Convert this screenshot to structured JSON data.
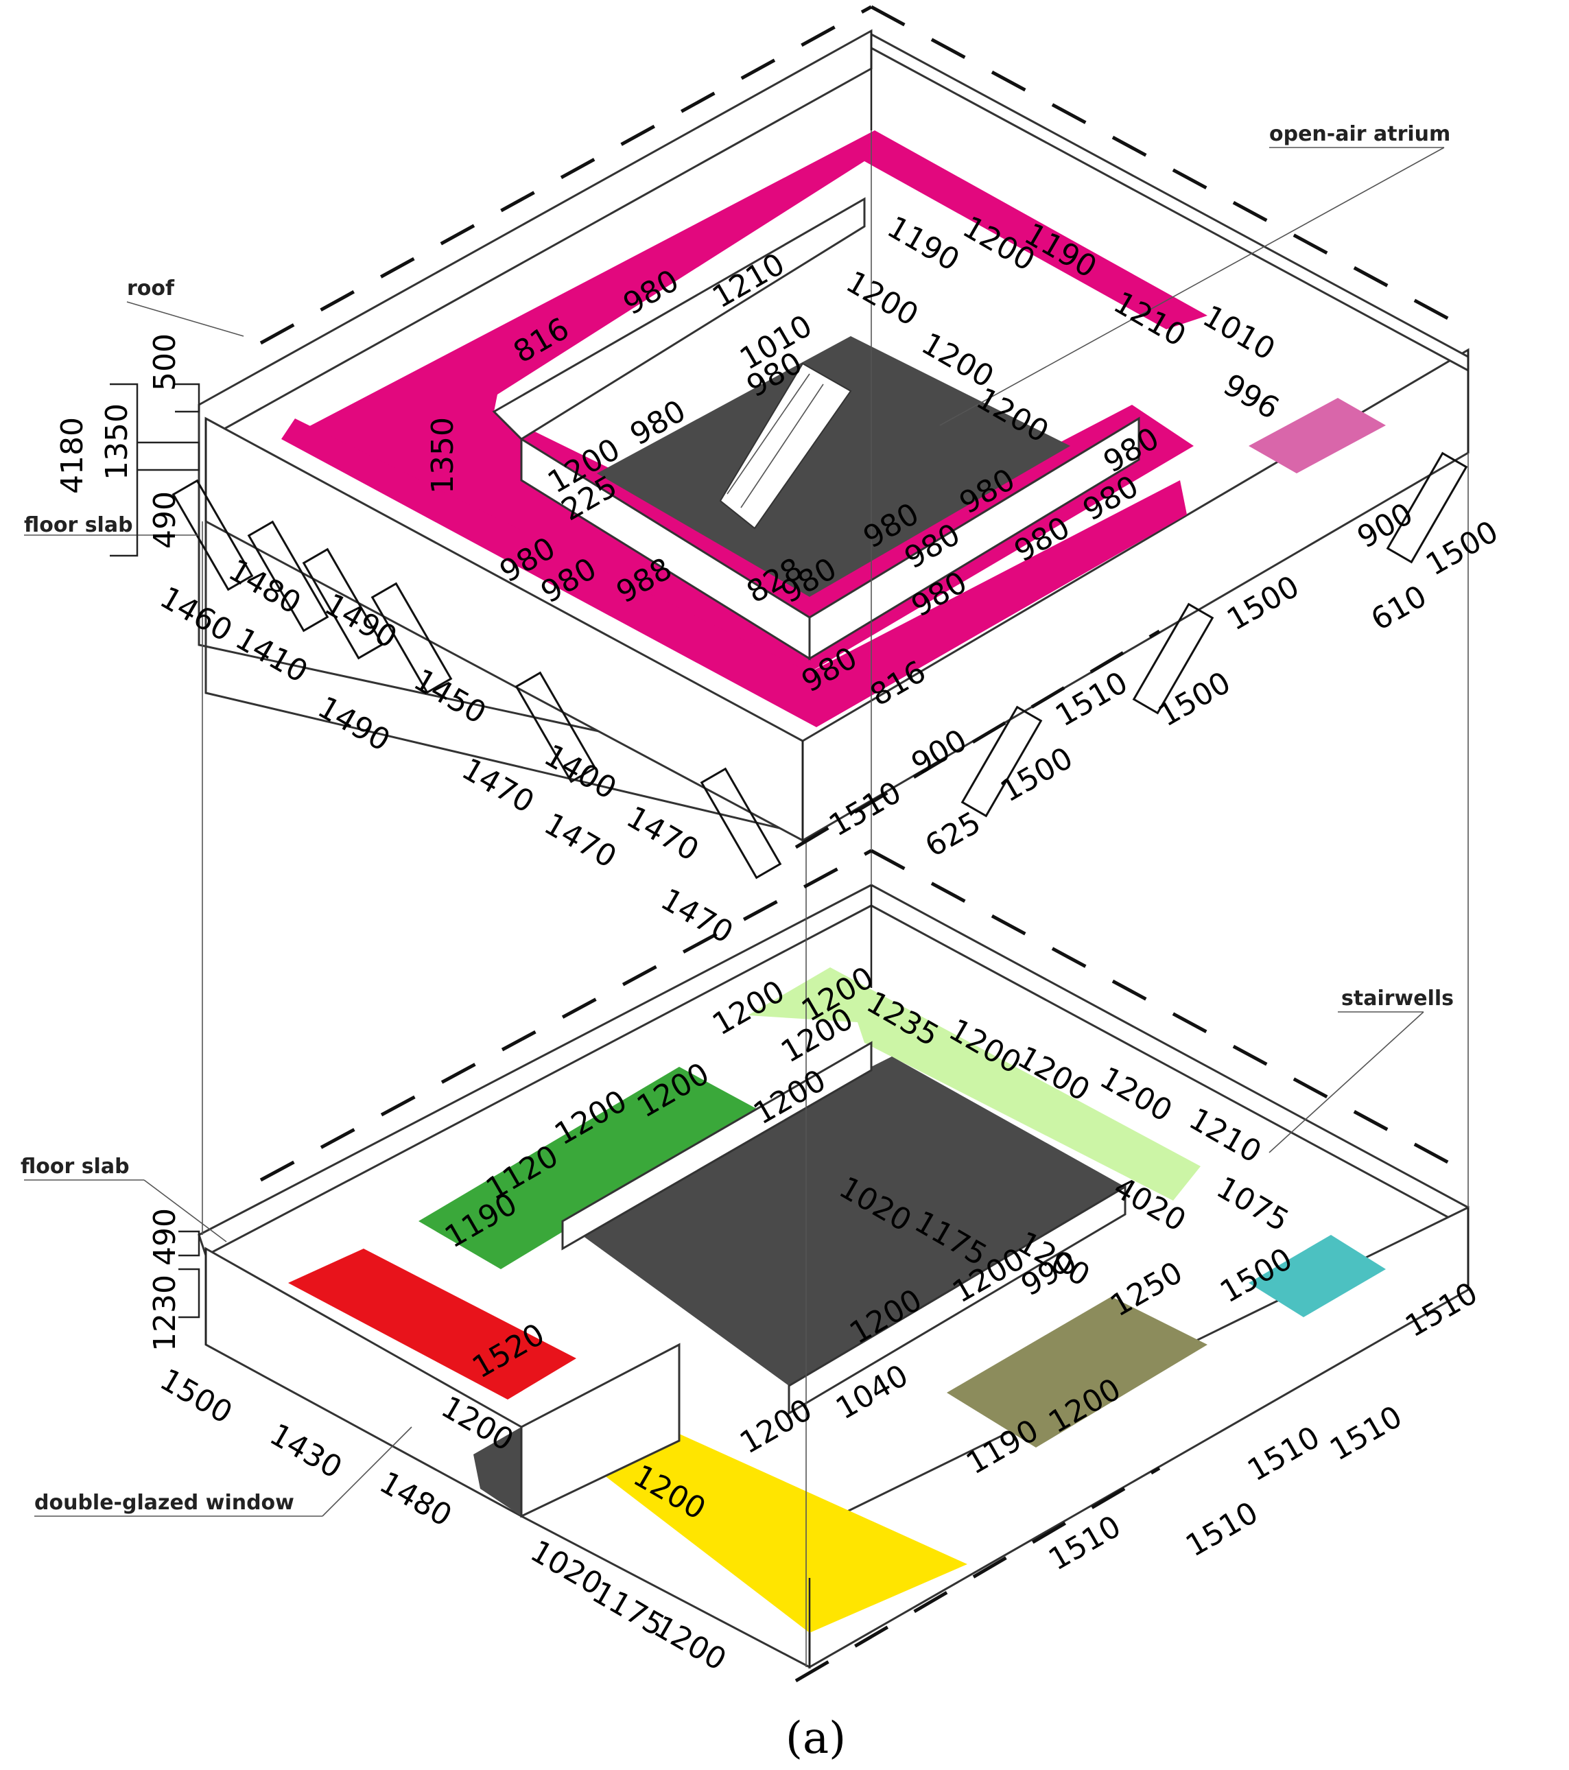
{
  "labels": {
    "roof": "roof",
    "floor_slab_upper": "floor slab",
    "floor_slab_lower": "floor slab",
    "open_air_atrium": "open-air atrium",
    "stairwells": "stairwells",
    "double_glazed_window": "double-glazed window",
    "caption": "(a)"
  },
  "upper_vertical_dims": [
    "500",
    "4180",
    "1350",
    "490"
  ],
  "lower_vertical_dims": [
    "490",
    "1230"
  ],
  "upper_window_dims": [
    "1460",
    "1480",
    "1410",
    "1490",
    "1490",
    "1450",
    "1470",
    "1400",
    "1470",
    "1470",
    "1470",
    "1510",
    "625",
    "900",
    "1500",
    "1510",
    "1500",
    "1500",
    "610",
    "1500",
    "900",
    "816",
    "980",
    "980",
    "980",
    "980",
    "980",
    "980",
    "980",
    "828",
    "980",
    "988",
    "225",
    "1200",
    "1350",
    "980",
    "980",
    "980",
    "816",
    "980",
    "1210",
    "1190",
    "1200",
    "1190",
    "1210",
    "1010",
    "996",
    "1010",
    "1200",
    "1200",
    "1200",
    "980",
    "980"
  ],
  "lower_window_dims": [
    "1500",
    "1430",
    "1480",
    "1520",
    "1200",
    "1120",
    "1190",
    "1200",
    "1200",
    "1200",
    "1200",
    "1200",
    "1200",
    "1235",
    "1200",
    "1200",
    "1200",
    "1020",
    "1175",
    "1200",
    "1210",
    "1075",
    "4020",
    "990",
    "1250",
    "1500",
    "1200",
    "1200",
    "1190",
    "1200",
    "1200",
    "1040",
    "1020",
    "1175",
    "1200",
    "1200",
    "1510",
    "1510",
    "1510",
    "1510",
    "1510"
  ],
  "colors": {
    "upper_floor": "#e2087e",
    "atrium_floor": "#4a4a4a",
    "stair_room_upper": "#d966aa",
    "lower_red": "#e8131b",
    "lower_green": "#3aa83a",
    "lower_light_green": "#ccf5a6",
    "lower_yellow": "#ffe500",
    "lower_olive": "#8c8c5c",
    "lower_teal": "#4cc1c1"
  }
}
